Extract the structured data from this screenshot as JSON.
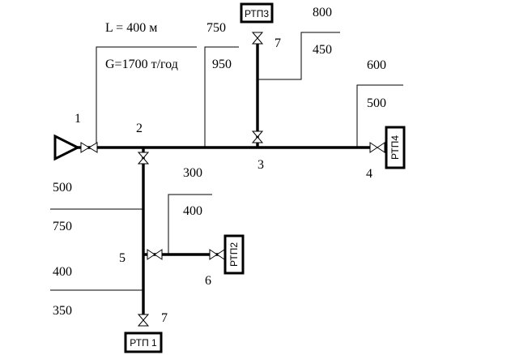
{
  "params": {
    "length": "L = 400 м",
    "flow": "G=1700 т/год"
  },
  "node_labels": [
    "1",
    "2",
    "3",
    "4",
    "5",
    "6",
    "7",
    "7"
  ],
  "section_values": [
    "750",
    "950",
    "800",
    "450",
    "600",
    "500",
    "300",
    "400",
    "500",
    "750",
    "400",
    "350"
  ],
  "consumers": [
    "РТП3",
    "РТП4",
    "РТП2",
    "РТП 1"
  ]
}
